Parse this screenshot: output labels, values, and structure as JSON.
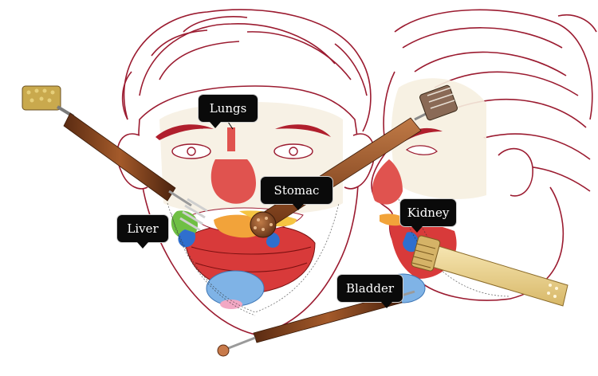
{
  "labels": {
    "lungs": "Lungs",
    "stomac": "Stomac",
    "liver": "Liver",
    "kidney": "Kidney",
    "bladder": "Bladder"
  },
  "colors": {
    "outline": "#9b1b30",
    "lung_red": "#e0534f",
    "liver_green": "#6fbf44",
    "kidney_blue": "#2f6fce",
    "bladder_blue": "#7fb3e6",
    "stomach_orange": "#f2a33a",
    "mouth_red": "#d83a3a",
    "tool_wood": "#8a4a22",
    "tool_cream": "#efd89a"
  }
}
